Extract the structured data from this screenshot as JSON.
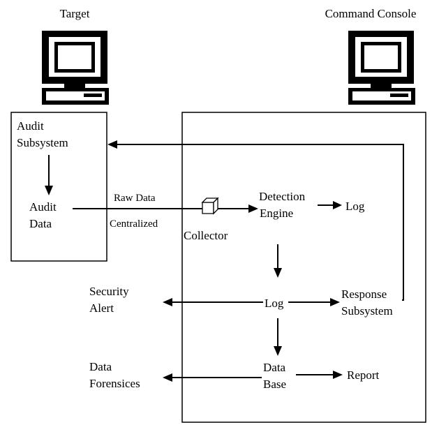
{
  "header": {
    "target": "Target",
    "command_console": "Command Console"
  },
  "target_box": {
    "audit_subsystem": [
      "Audit",
      "Subsystem"
    ],
    "audit_data": [
      "Audit",
      "Data"
    ]
  },
  "link": {
    "raw_data": "Raw Data",
    "centralized": "Centralized",
    "collector": "Collector"
  },
  "console": {
    "detection_engine": [
      "Detection",
      "Engine"
    ],
    "log_top": "Log",
    "log_mid": "Log",
    "response_subsystem": [
      "Response",
      "Subsystem"
    ],
    "data_base": [
      "Data",
      "Base"
    ],
    "report": "Report"
  },
  "outputs": {
    "security_alert": [
      "Security",
      "Alert"
    ],
    "data_forensices": [
      "Data",
      "Forensices"
    ]
  }
}
